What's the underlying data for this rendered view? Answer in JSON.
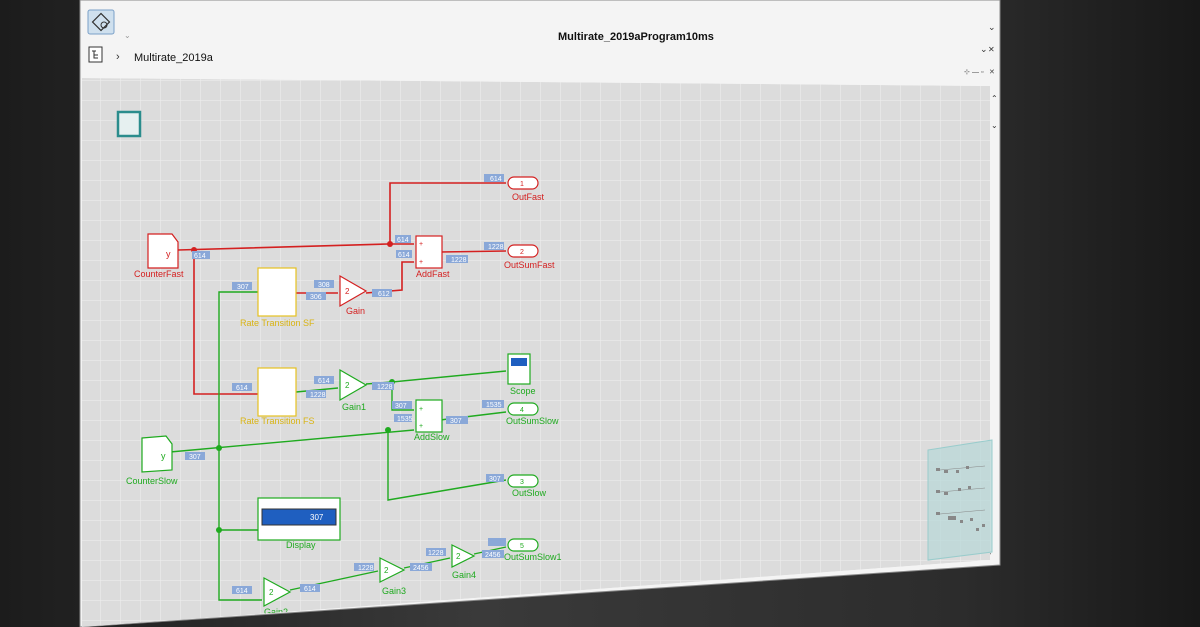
{
  "window": {
    "title": "Multirate_2019aProgram10ms",
    "breadcrumb": "Multirate_2019a"
  },
  "blocks": {
    "counter_fast": {
      "label": "CounterFast",
      "glyph": "y"
    },
    "counter_slow": {
      "label": "CounterSlow",
      "glyph": "y"
    },
    "rt_sf": {
      "label": "Rate Transition SF"
    },
    "rt_fs": {
      "label": "Rate Transition FS"
    },
    "gain": {
      "label": "Gain",
      "value": "2"
    },
    "gain1": {
      "label": "Gain1",
      "value": "2"
    },
    "gain2": {
      "label": "Gain2",
      "value": "2"
    },
    "gain3": {
      "label": "Gain3",
      "value": "2"
    },
    "gain4": {
      "label": "Gain4",
      "value": "2"
    },
    "add_fast": {
      "label": "AddFast"
    },
    "add_slow": {
      "label": "AddSlow"
    },
    "scope": {
      "label": "Scope"
    },
    "display": {
      "label": "Display",
      "value": "307"
    },
    "out_fast": {
      "label": "OutFast",
      "port": "1"
    },
    "out_sum_fast": {
      "label": "OutSumFast",
      "port": "2"
    },
    "out_slow": {
      "label": "OutSlow",
      "port": "3"
    },
    "out_sum_slow": {
      "label": "OutSumSlow",
      "port": "4"
    },
    "out_sum_slow1": {
      "label": "OutSumSlow1",
      "port": "5"
    }
  },
  "signal_values": {
    "v1": "614",
    "v2": "614",
    "v3": "614",
    "v4": "1228",
    "v5": "1228",
    "v6": "307",
    "v7": "308",
    "v8": "306",
    "v9": "612",
    "v10": "614",
    "v11": "614",
    "v12": "614",
    "v13": "1228",
    "v14": "1228",
    "v15": "307",
    "v16": "1535",
    "v17": "1535",
    "v18": "307",
    "v19": "307",
    "v20": "307",
    "v21": "614",
    "v22": "614",
    "v23": "1228",
    "v24": "1228",
    "v25": "2456",
    "v26": "2456"
  },
  "colors": {
    "fast": "#d42020",
    "slow": "#1faa1f",
    "rate_transition": "#e5c020",
    "canvas": "#dcdcdc",
    "grid": "#ececec"
  }
}
